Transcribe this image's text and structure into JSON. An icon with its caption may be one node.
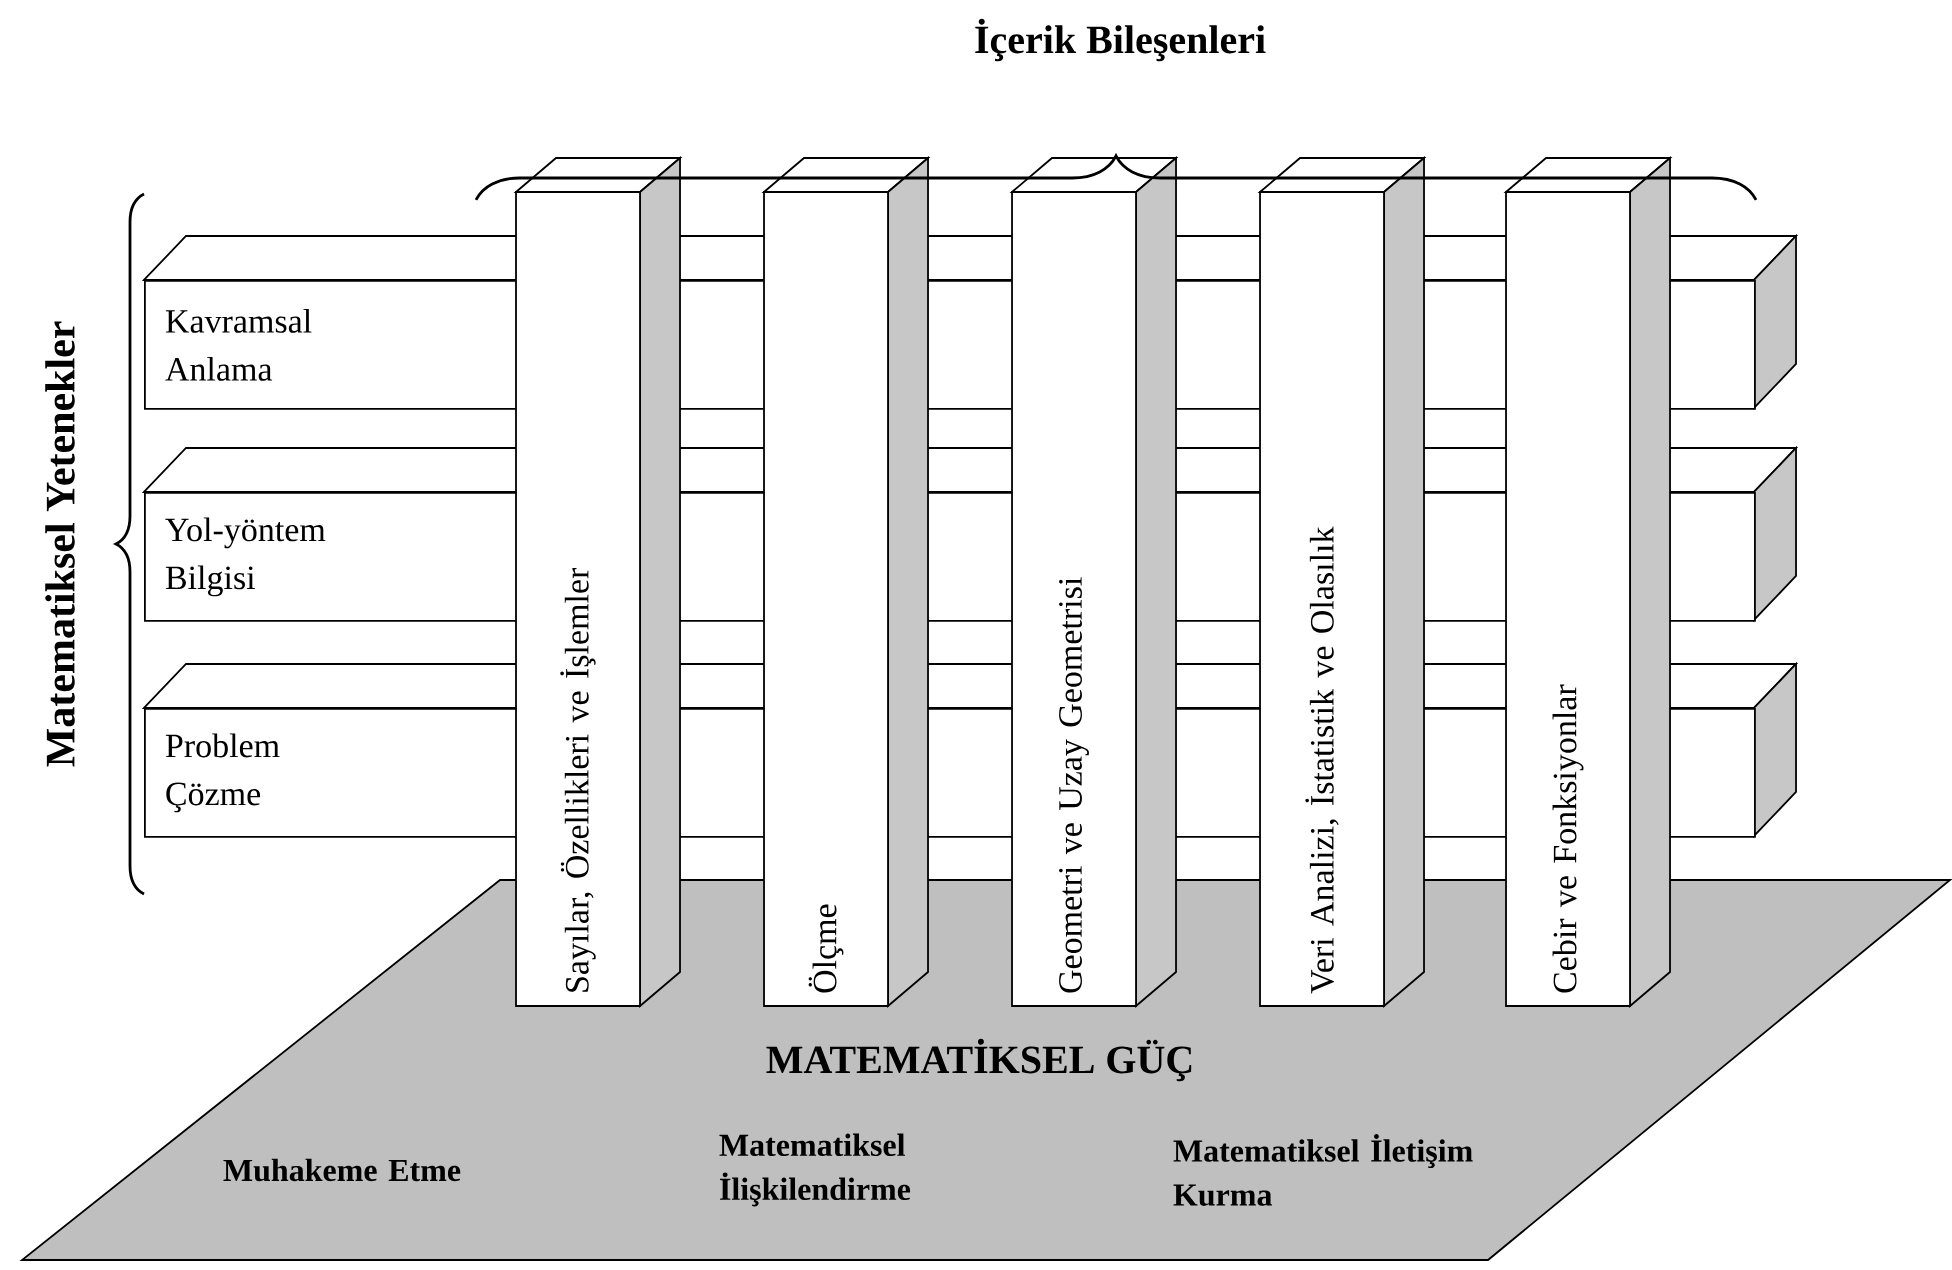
{
  "diagram": {
    "nodes": [
      {
        "text": [
          "MATEMATİKSEL GÜÇ",
          "Muhakeme Etme",
          "Matematiksel İlişkilendirme",
          "Matematiksel İletişim Kurma"
        ]
      },
      {
        "text": [
          "Kavramsal Anlama"
        ]
      },
      {
        "text": [
          "Yol-yöntem Bilgisi"
        ]
      },
      {
        "text": [
          "Problem Çözme"
        ]
      },
      {
        "text": [
          "Sayılar, Özellikleri ve İşlemler"
        ]
      },
      {
        "text": [
          "Ölçme"
        ]
      },
      {
        "text": [
          "Geometri ve Uzay Geometrisi"
        ]
      },
      {
        "text": [
          "Veri Analizi, İstatistik ve Olasılık"
        ]
      },
      {
        "text": [
          "Cebir ve Fonksiyonlar"
        ]
      }
    ],
    "labels": [
      "İçerik Bileşenleri",
      "Matematiksel Yetenekler"
    ]
  }
}
